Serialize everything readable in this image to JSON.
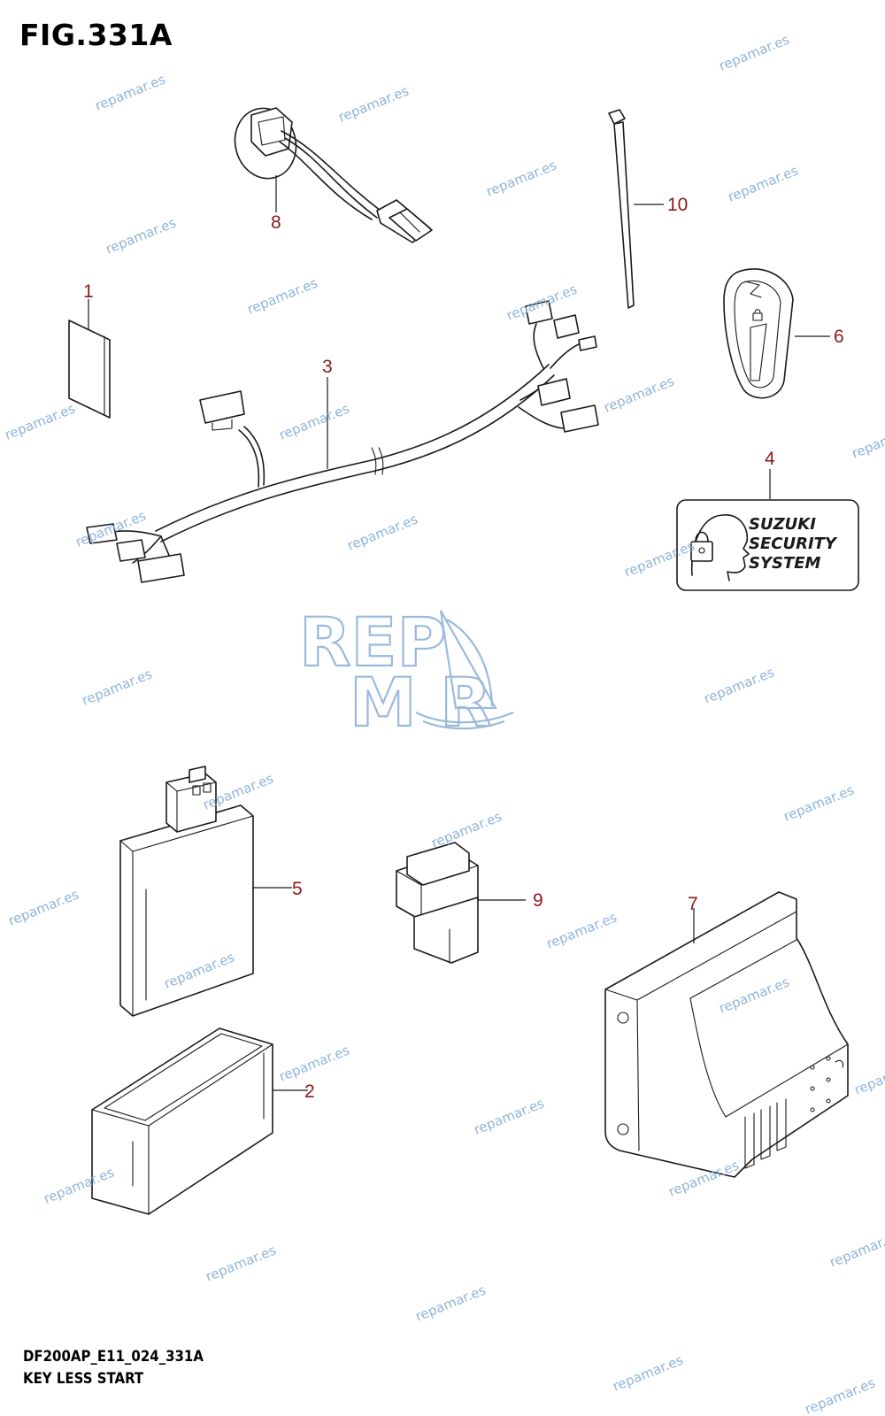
{
  "figure": {
    "title": "FIG.331A",
    "code": "DF200AP_E11_024_331A",
    "description": "KEY LESS START"
  },
  "callouts": [
    "1",
    "2",
    "3",
    "4",
    "5",
    "6",
    "7",
    "8",
    "9",
    "10"
  ],
  "label_text": [
    "SUZUKI",
    "SECURITY",
    "SYSTEM"
  ],
  "watermark": {
    "text": "repamar.es",
    "logo_line1": "REP",
    "logo_line2": "M  R",
    "color": "#8fb3d9"
  },
  "colors": {
    "callout": "#8b1a1a",
    "line": "#1a1a1a",
    "background": "#ffffff"
  }
}
